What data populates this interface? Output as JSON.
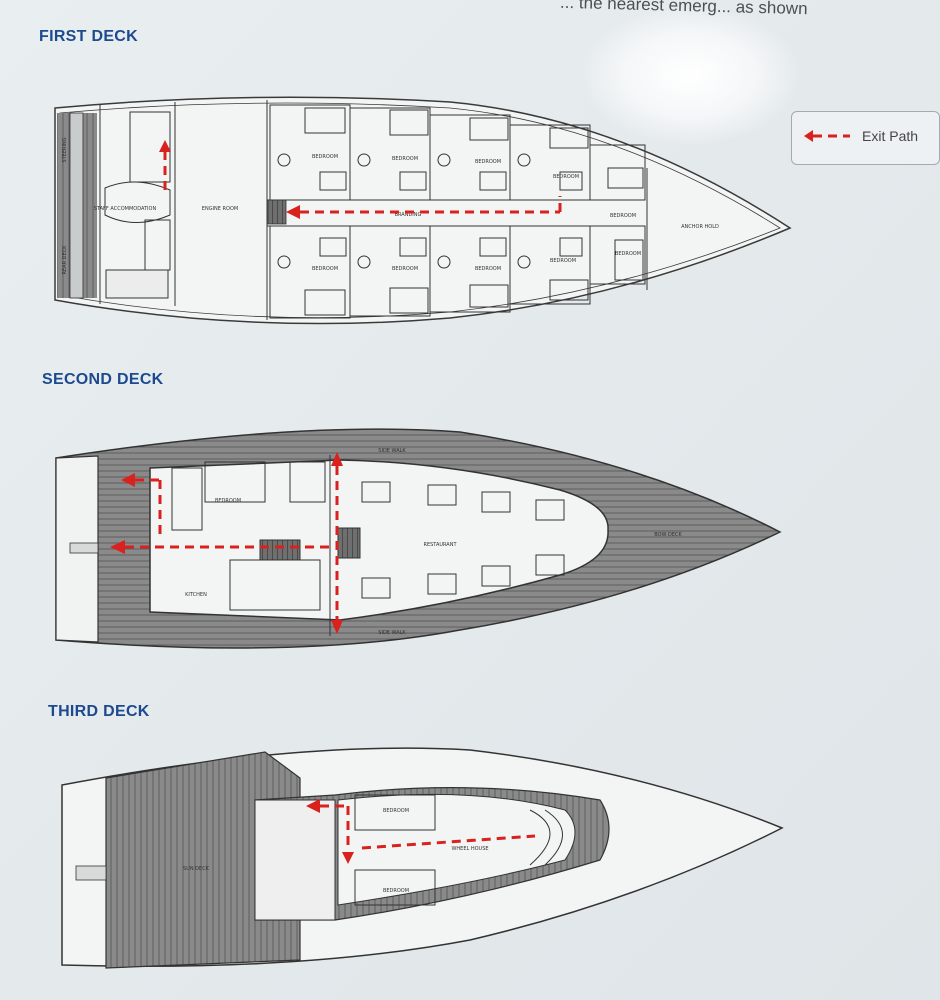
{
  "header": {
    "top_note": "... the nearest emerg... as shown"
  },
  "legend": {
    "label": "Exit Path"
  },
  "decks": [
    {
      "title": "FIRST DECK",
      "rooms": [
        "BEDROOM",
        "BEDROOM",
        "BEDROOM",
        "BEDROOM",
        "BEDROOM",
        "BEDROOM",
        "BEDROOM",
        "BEDROOM",
        "BEDROOM",
        "BEDROOM"
      ],
      "labels": {
        "staff": "STAFF ACCOMMODATION",
        "engine": "ENGINE ROOM",
        "anchor": "ANCHOR HOLD",
        "steering": "STEERING",
        "rear": "REAR DECK",
        "corridor": "BRANDING"
      }
    },
    {
      "title": "SECOND DECK",
      "labels": {
        "bedroom": "BEDROOM",
        "kitchen": "KITCHEN",
        "restaurant": "RESTAURANT",
        "bow": "BOW DECK",
        "side_top": "SIDE WALK",
        "side_bottom": "SIDE WALK"
      }
    },
    {
      "title": "THIRD DECK",
      "labels": {
        "sundeck": "SUN DECK",
        "bedroom_top": "BEDROOM",
        "bedroom_bottom": "BEDROOM",
        "wheelhouse": "WHEEL HOUSE"
      }
    }
  ],
  "colors": {
    "title": "#1d4a8f",
    "exit_path": "#d9211e",
    "line": "#3a3a3a",
    "deck_wood": "#7d7d7d"
  },
  "icons": [
    "dashed-arrow-left-icon"
  ]
}
